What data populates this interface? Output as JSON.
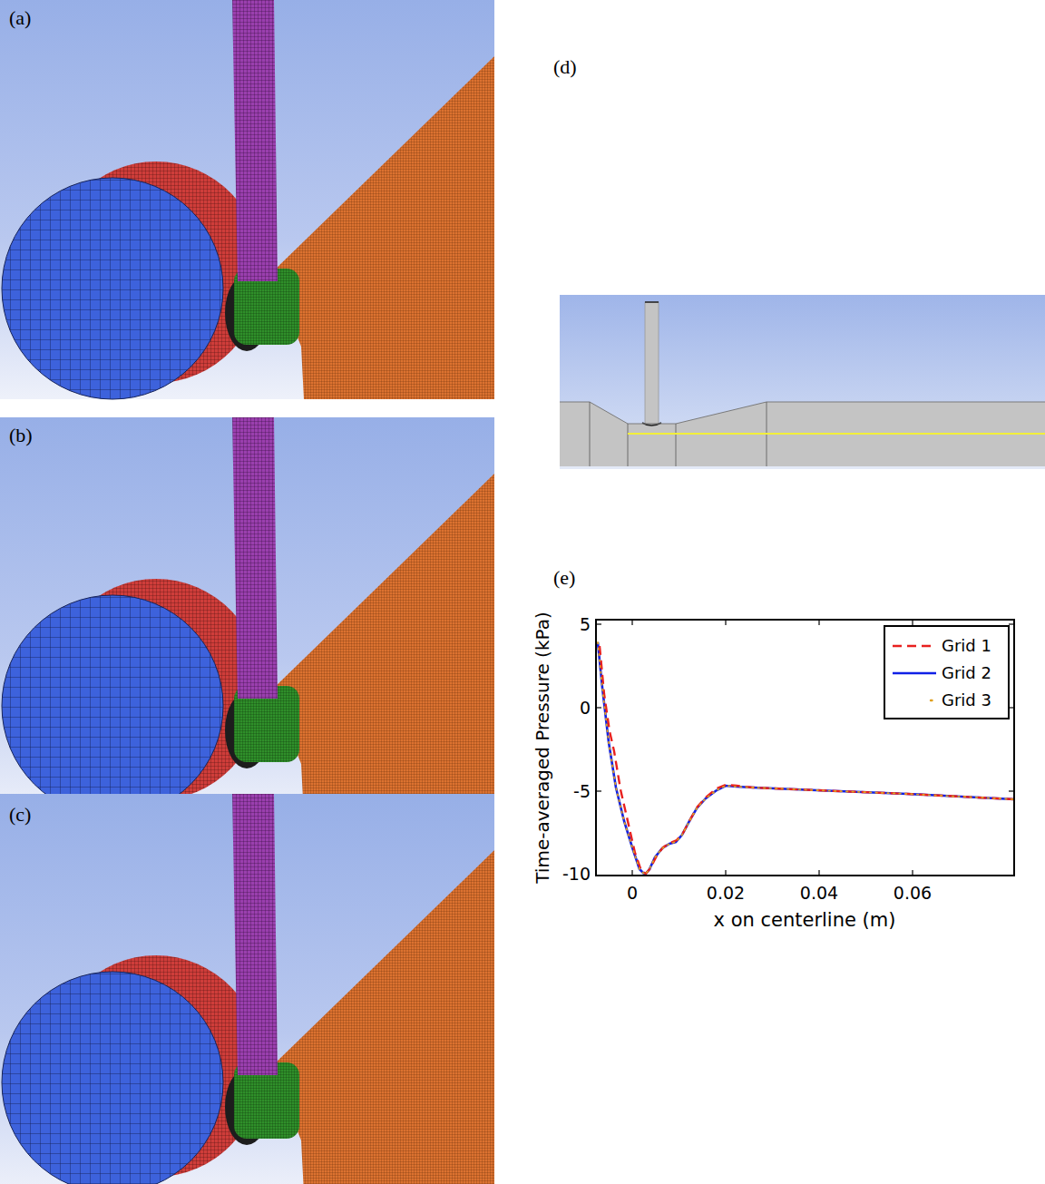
{
  "diagram": {
    "labels": [
      "(a)",
      "(b)",
      "(c)",
      "(d)",
      "(e)",
      "5",
      "0",
      "-5",
      "-10",
      "0",
      "0.02",
      "0.04",
      "0.06",
      "Time-averaged Pressure (kPa)",
      "x on centerline (m)"
    ],
    "legend": [
      {
        "text": "Grid 1"
      },
      {
        "text": "Grid 2"
      },
      {
        "text": "Grid 3"
      }
    ]
  }
}
